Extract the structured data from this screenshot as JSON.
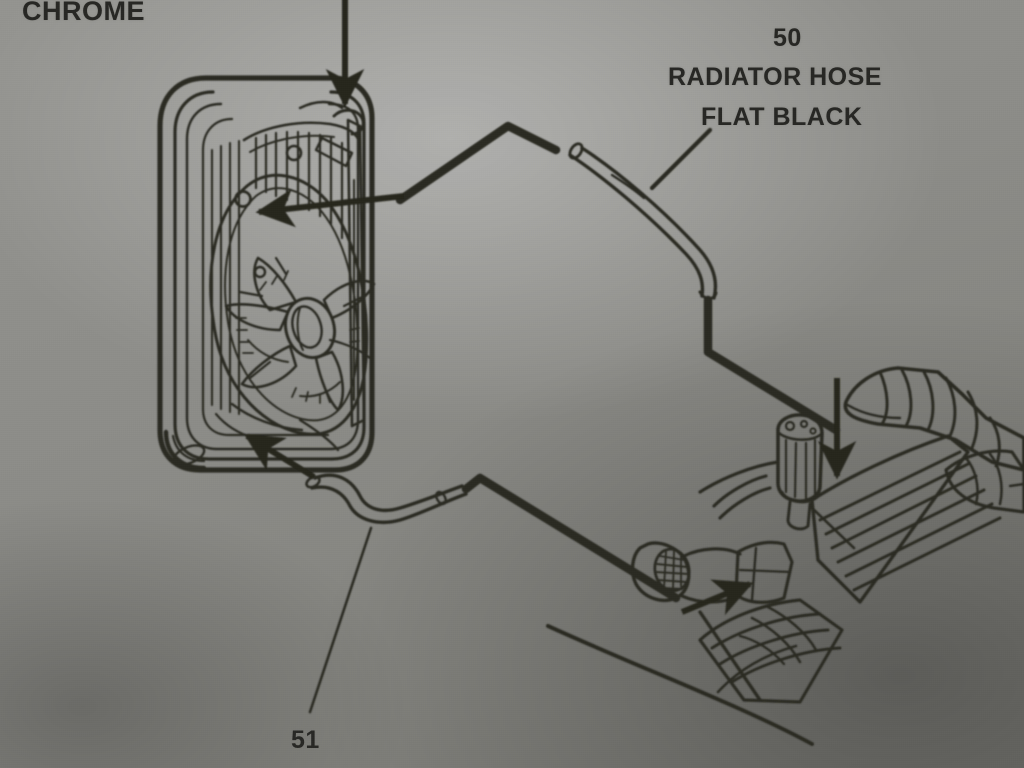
{
  "document": {
    "kind": "automotive-service-illustration",
    "subject": "Radiator, fan shroud and coolant hose routing",
    "background_color": "#8b8b87",
    "ink_color": "#26261f"
  },
  "labels": {
    "chrome": "CHROME",
    "callout_50_number": "50",
    "callout_50_name": "RADIATOR HOSE",
    "callout_50_finish": "FLAT BLACK",
    "callout_51_number": "51"
  },
  "callouts": [
    {
      "number": "50",
      "name": "RADIATOR HOSE",
      "finish": "FLAT BLACK",
      "leader": "thick-line-from-text-to-upper-hose",
      "part": "upper-radiator-hose"
    },
    {
      "number": "51",
      "name": "",
      "finish": "",
      "leader": "thin-line-from-number-to-lower-hose",
      "part": "lower-radiator-hose"
    }
  ],
  "components": [
    {
      "name": "radiator-and-fan-shroud-assembly",
      "position": "left"
    },
    {
      "name": "engine-fan",
      "position": "center-of-shroud"
    },
    {
      "name": "upper-radiator-hose",
      "position": "upper-center"
    },
    {
      "name": "lower-radiator-hose",
      "position": "lower-center"
    },
    {
      "name": "engine-block",
      "position": "right"
    },
    {
      "name": "thermostat-housing",
      "position": "right-center"
    },
    {
      "name": "water-pump-inlet",
      "position": "lower-right-center"
    },
    {
      "name": "air-cleaner-duct",
      "position": "far-right"
    }
  ],
  "arrows": [
    {
      "name": "arrow-down-to-radiator-top",
      "points_to": "radiator filler neck"
    },
    {
      "name": "arrow-to-radiator-upper-inlet",
      "points_to": "radiator upper inlet"
    },
    {
      "name": "arrow-to-radiator-lower-outlet",
      "points_to": "radiator lower outlet"
    },
    {
      "name": "arrow-down-to-thermostat-housing",
      "points_to": "thermostat housing"
    },
    {
      "name": "arrow-to-water-pump-inlet",
      "points_to": "water pump inlet"
    }
  ]
}
